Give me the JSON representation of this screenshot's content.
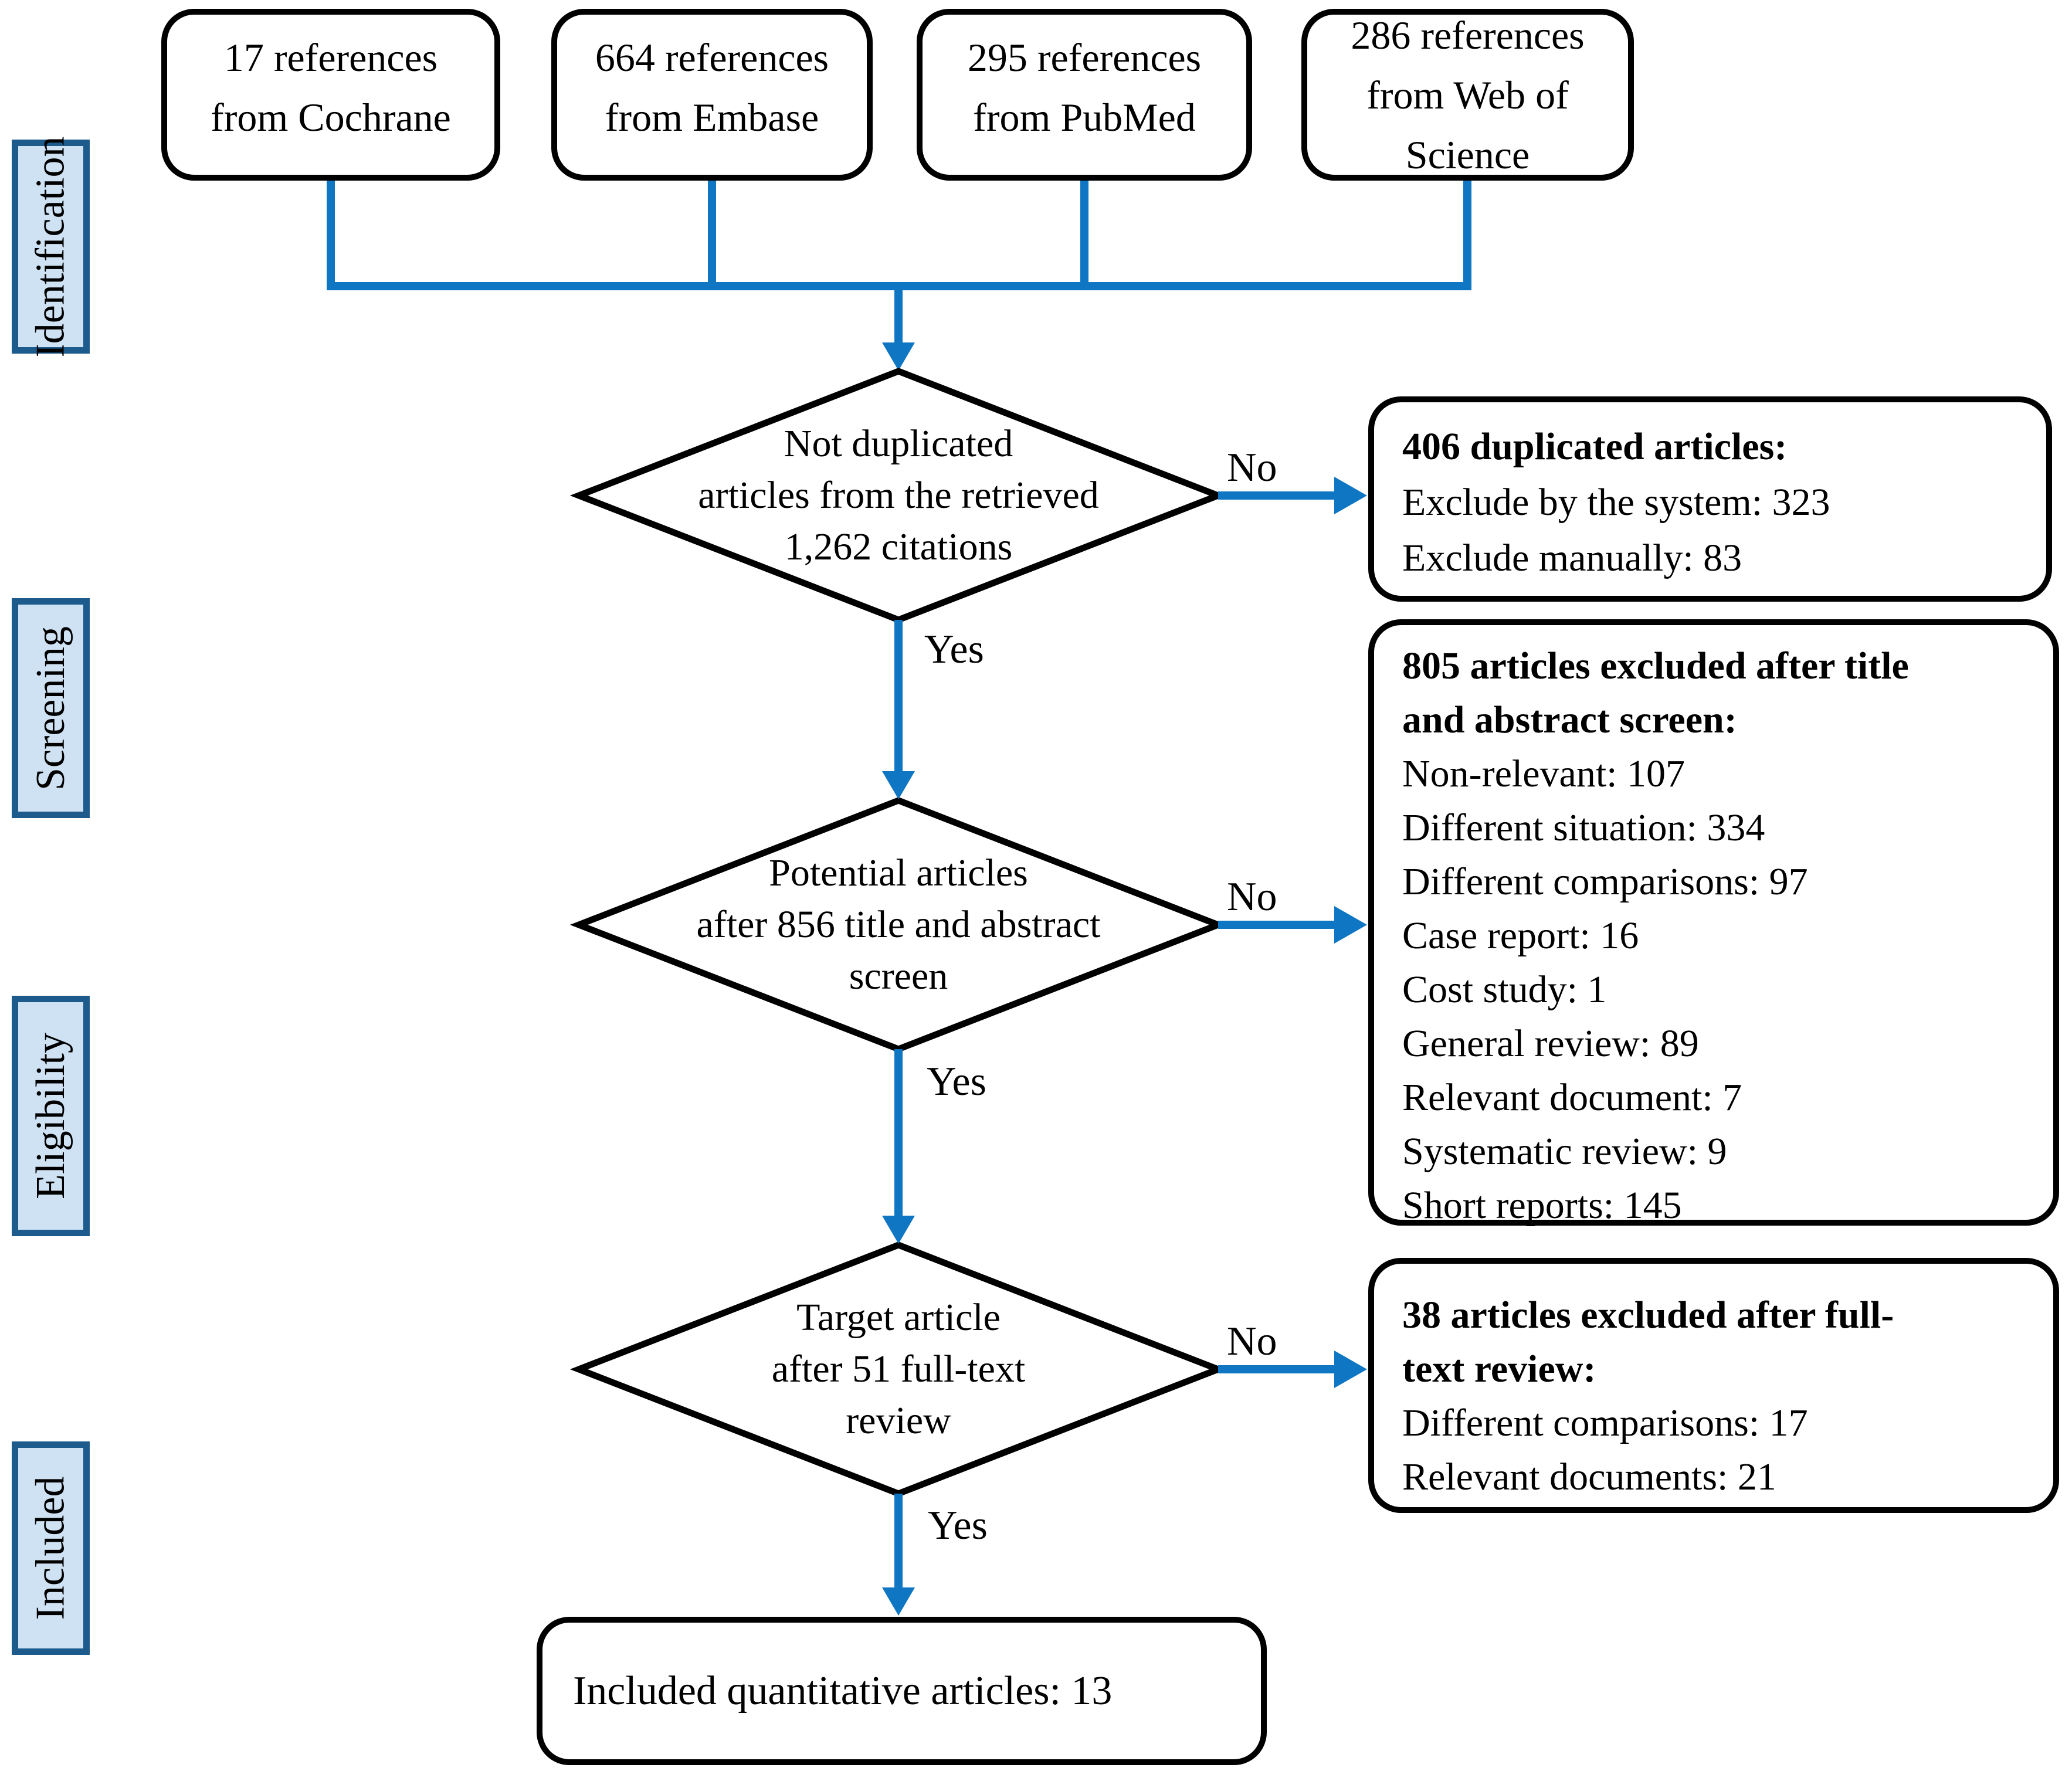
{
  "flow": {
    "sources": [
      {
        "lines": [
          "17 references",
          "from Cochrane"
        ]
      },
      {
        "lines": [
          "664 references",
          "from Embase"
        ]
      },
      {
        "lines": [
          "295 references",
          "from PubMed"
        ]
      },
      {
        "lines": [
          "286 references",
          "from Web of",
          "Science"
        ]
      }
    ],
    "stages": [
      {
        "label": "Identification"
      },
      {
        "label": "Screening"
      },
      {
        "label": "Eligibility"
      },
      {
        "label": "Included"
      }
    ],
    "decisions": [
      {
        "lines": [
          "Not duplicated",
          "articles from the retrieved",
          "1,262 citations"
        ],
        "no": "No",
        "yes": "Yes"
      },
      {
        "lines": [
          "Potential articles",
          "after 856 title and abstract",
          "screen"
        ],
        "no": "No",
        "yes": "Yes"
      },
      {
        "lines": [
          "Target article",
          "after 51 full-text",
          "review"
        ],
        "no": "No",
        "yes": "Yes"
      }
    ],
    "exclusions": [
      {
        "title_lines": [
          "406 duplicated articles:"
        ],
        "items": [
          "Exclude by the system: 323",
          "Exclude manually: 83"
        ]
      },
      {
        "title_lines": [
          "805 articles excluded after title",
          "and abstract screen:"
        ],
        "items": [
          "Non-relevant: 107",
          "Different situation: 334",
          "Different comparisons: 97",
          "Case report: 16",
          "Cost study: 1",
          "General review: 89",
          "Relevant document: 7",
          "Systematic review: 9",
          "Short reports: 145"
        ]
      },
      {
        "title_lines": [
          "38 articles excluded after full-",
          "text review:"
        ],
        "items": [
          "Different comparisons: 17",
          "Relevant documents: 21"
        ]
      }
    ],
    "result": "Included quantitative articles: 13"
  },
  "colors": {
    "connector_blue": "#0e76c3",
    "stage_fill": "#cfe2f3",
    "stage_border": "#1d5b8c",
    "shape_border": "#000000"
  }
}
